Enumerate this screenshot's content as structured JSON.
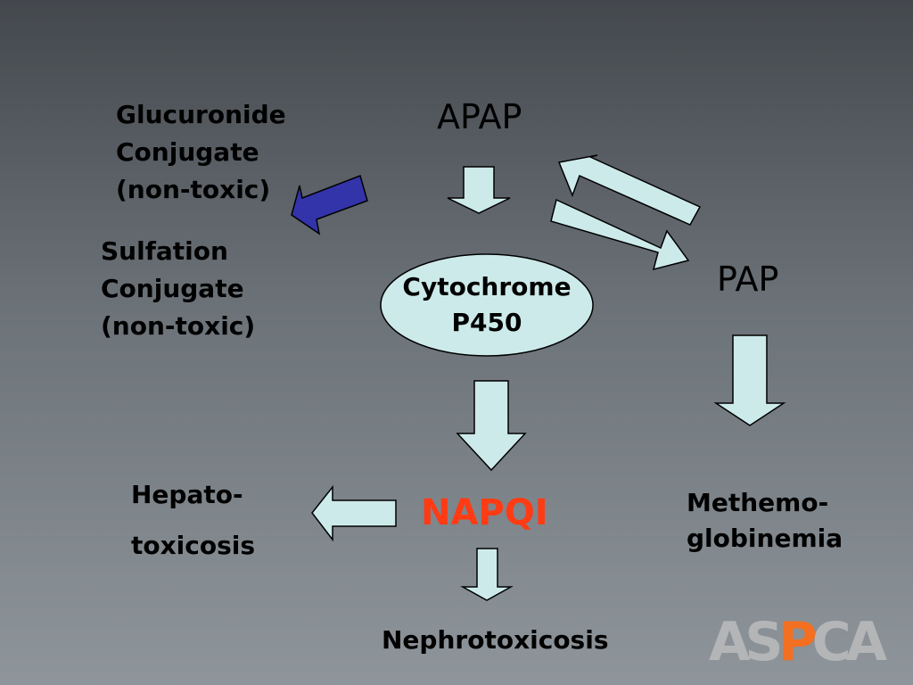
{
  "nodes": {
    "apap": "APAP",
    "glucuronide": [
      "Glucuronide",
      "Conjugate",
      "(non-toxic)"
    ],
    "sulfation": [
      "Sulfation",
      "Conjugate",
      "(non-toxic)"
    ],
    "cytochrome": [
      "Cytochrome",
      "P450"
    ],
    "pap": "PAP",
    "napqi": "NAPQI",
    "hepato": [
      "Hepato-",
      "toxicosis"
    ],
    "methemo": [
      "Methemo-",
      "globinemia"
    ],
    "nephro": "Nephrotoxicosis"
  },
  "logo": {
    "text_main": "AS",
    "text_p": "P",
    "text_end": "CA"
  },
  "colors": {
    "arrow_fill": "#cdeaea",
    "arrow_blue": "#3333aa",
    "napqi": "#ff3b14",
    "logo_gray": "#b3b5b7",
    "logo_orange": "#f36f21"
  }
}
